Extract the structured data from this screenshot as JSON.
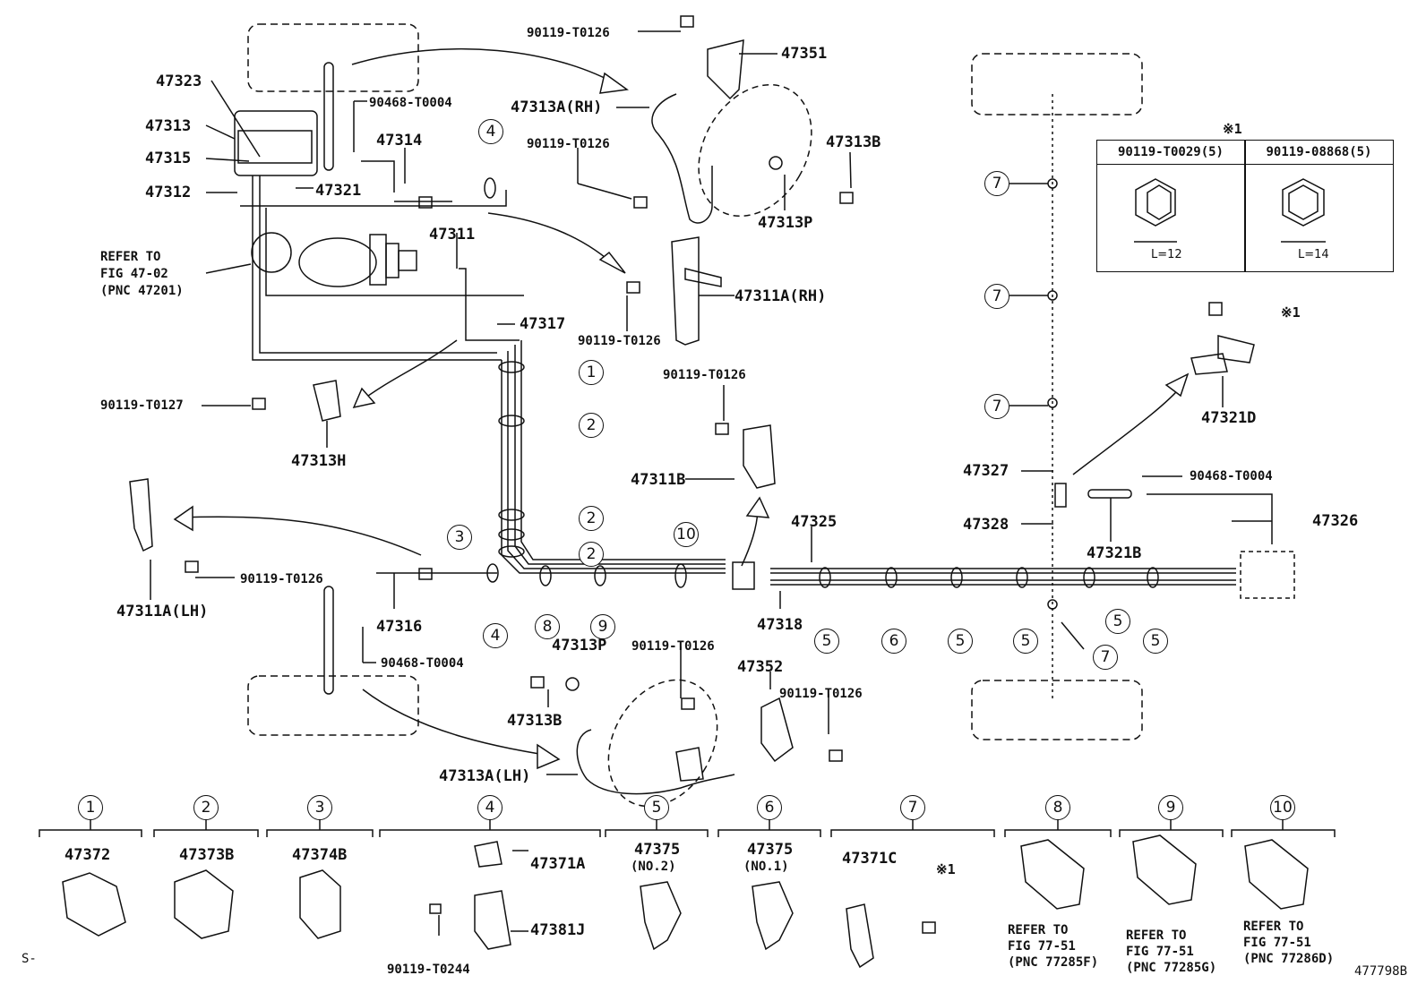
{
  "labels": {
    "p_90119_T0126_top": "90119-T0126",
    "p_47351": "47351",
    "p_47323": "47323",
    "p_47313": "47313",
    "p_47315": "47315",
    "p_47312": "47312",
    "p_90468_T0004_top": "90468-T0004",
    "p_47314": "47314",
    "p_47321": "47321",
    "p_47313A_RH": "47313A(RH)",
    "p_90119_T0126_b": "90119-T0126",
    "p_47313B_top": "47313B",
    "p_47313P_top": "47313P",
    "p_47311": "47311",
    "p_47311A_RH": "47311A(RH)",
    "p_90119_T0126_c": "90119-T0126",
    "p_47317": "47317",
    "p_90119_T0127": "90119-T0127",
    "p_47313H": "47313H",
    "p_90119_T0126_d": "90119-T0126",
    "p_47311B": "47311B",
    "p_47325": "47325",
    "p_47327": "47327",
    "p_47328": "47328",
    "p_90468_T0004_right": "90468-T0004",
    "p_47326": "47326",
    "p_47321B": "47321B",
    "p_47321D": "47321D",
    "p_90119_T0126_left": "90119-T0126",
    "p_47311A_LH": "47311A(LH)",
    "p_47316": "47316",
    "p_47318": "47318",
    "p_90468_T0004_bot": "90468-T0004",
    "p_47313P_bot": "47313P",
    "p_90119_T0126_e": "90119-T0126",
    "p_47352": "47352",
    "p_90119_T0126_f": "90119-T0126",
    "p_47313B_bot": "47313B",
    "p_47313A_LH": "47313A(LH)",
    "mark_x1": "※1",
    "ref_title_1": "REFER TO",
    "ref_title_2": "FIG 47-02",
    "ref_title_3": "(PNC 47201)"
  },
  "callouts": {
    "c1": "1",
    "c2a": "2",
    "c2b": "2",
    "c3": "3",
    "c2c": "2",
    "c4a": "4",
    "c4b": "4",
    "c10": "10",
    "c8": "8",
    "c9": "9",
    "c5a": "5",
    "c6": "6",
    "c5b": "5",
    "c5c": "5",
    "c5d": "5",
    "c5e": "5",
    "c7a": "7",
    "c7b": "7",
    "c7c": "7",
    "c7d": "7"
  },
  "table": {
    "title": "※1",
    "col1": "90119-T0029(5)",
    "col2": "90119-08868(5)",
    "dim1": "L=12",
    "dim2": "L=14"
  },
  "legend": {
    "items": [
      {
        "num": "1",
        "part": "47372",
        "sub": ""
      },
      {
        "num": "2",
        "part": "47373B",
        "sub": ""
      },
      {
        "num": "3",
        "part": "47374B",
        "sub": ""
      },
      {
        "num": "4",
        "part": "47371A",
        "sub": "47381J",
        "bolt": "90119-T0244"
      },
      {
        "num": "5",
        "part": "47375",
        "sub": "(NO.2)"
      },
      {
        "num": "6",
        "part": "47375",
        "sub": "(NO.1)"
      },
      {
        "num": "7",
        "part": "47371C",
        "sub": "※1"
      },
      {
        "num": "8",
        "part": "REFER TO",
        "sub": "FIG 77-51",
        "pnc": "(PNC 77285F)"
      },
      {
        "num": "9",
        "part": "REFER TO",
        "sub": "FIG 77-51",
        "pnc": "(PNC 77285G)"
      },
      {
        "num": "10",
        "part": "REFER TO",
        "sub": "FIG 77-51",
        "pnc": "(PNC 77286D)"
      }
    ]
  },
  "footer": {
    "left_code": "S-",
    "ref_code": "477798B"
  }
}
